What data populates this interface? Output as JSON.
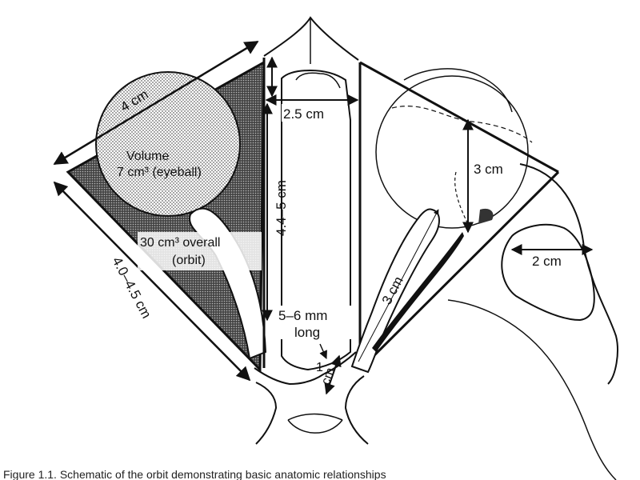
{
  "figure": {
    "labels": {
      "left_side_4cm": "4 cm",
      "volume_line1": "Volume",
      "volume_line2": "7 cm³ (eyeball)",
      "overall_line1": "30 cm³ overall",
      "overall_line2": "(orbit)",
      "left_depth": "4.0–4.5 cm",
      "width_25": "2.5 cm",
      "height_44_5": "4.4–5 cm",
      "mm_line1": "5–6 mm",
      "mm_line2": "long",
      "right_3cm": "3 cm",
      "diag_3cm": "3 cm",
      "one_cm_a": "1",
      "one_cm_b": "cm",
      "right_2cm": "2 cm"
    },
    "caption_fragment": "Figure 1.1. Schematic of the orbit demonstrating basic anatomic relationships"
  }
}
